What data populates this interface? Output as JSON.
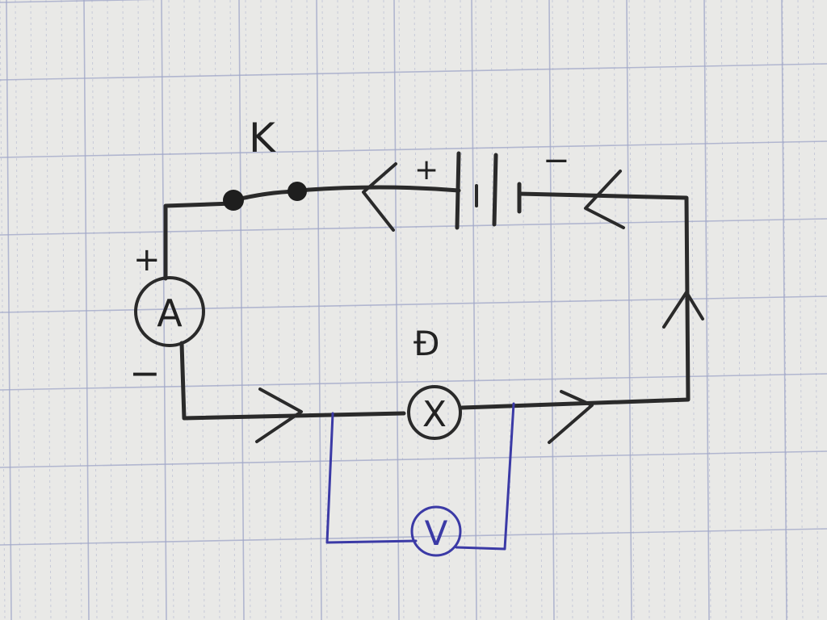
{
  "diagram": {
    "switch_label": "K",
    "ammeter_symbol": "A",
    "ammeter_plus": "+",
    "ammeter_minus": "−",
    "battery_plus": "+",
    "battery_minus": "−",
    "lamp_symbol": "X",
    "lamp_label": "Đ",
    "voltmeter_symbol": "V"
  },
  "colors": {
    "paper": "#e9e9e7",
    "grid": "#9fa6c8",
    "ink": "#2a2a2a",
    "voltmeter_ink": "#3b3aa6"
  },
  "icons": [
    "ammeter-icon",
    "lamp-icon",
    "voltmeter-icon",
    "battery-icon",
    "switch-icon",
    "current-arrow-icon"
  ]
}
